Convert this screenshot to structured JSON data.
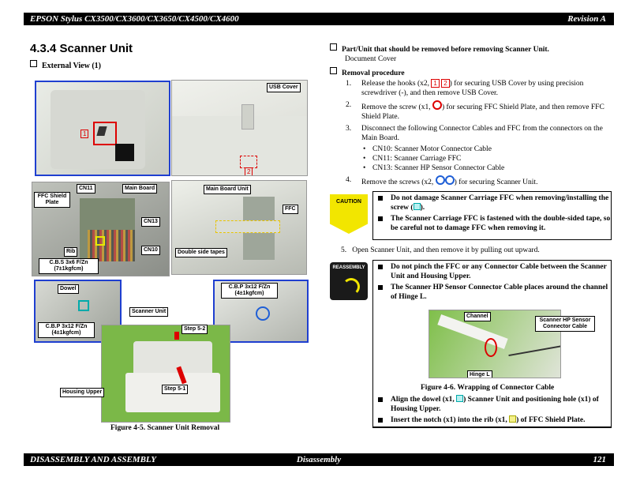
{
  "header": {
    "title": "EPSON Stylus CX3500/CX3600/CX3650/CX4500/CX4600",
    "revision": "Revision A"
  },
  "footer": {
    "left": "DISASSEMBLY AND ASSEMBLY",
    "center": "Disassembly",
    "page": "121"
  },
  "left": {
    "section_title": "4.3.4  Scanner Unit",
    "subheading": "External View (1)",
    "labels": {
      "usb_cover": "USB Cover",
      "one": "1",
      "two": "2",
      "cn11": "CN11",
      "main_board": "Main Board",
      "ffc_shield": "FFC Shield Plate",
      "cn13": "CN13",
      "cn10": "CN10",
      "rib": "Rib",
      "screw_cbs": "C.B.S 3x6 F/Zn (7±1kgfcm)",
      "main_board_unit": "Main Board Unit",
      "ffc": "FFC",
      "double_side": "Double side tapes",
      "dowel": "Dowel",
      "screw_cbp_left": "C.B.P 3x12 F/Zn (4±1kgfcm)",
      "screw_cbp_right": "C.B.P 3x12 F/Zn (4±1kgfcm)",
      "scanner_unit": "Scanner Unit",
      "step52": "Step 5-2",
      "step51": "Step 5-1",
      "housing_upper": "Housing Upper"
    },
    "figure_caption": "Figure 4-5.  Scanner Unit Removal"
  },
  "right": {
    "part_heading": "Part/Unit that should be removed before removing Scanner Unit.",
    "part_item": "Document Cover",
    "removal_heading": "Removal procedure",
    "steps": [
      {
        "n": "1.",
        "a": "Release the hooks (x2,",
        "b": ") for securing USB Cover by using precision screwdriver (-), and then remove USB Cover."
      },
      {
        "n": "2.",
        "a": "Remove the screw (x1,",
        "b": ") for securing FFC Shield Plate, and then remove FFC Shield Plate."
      },
      {
        "n": "3.",
        "a": "Disconnect the following Connector Cables and FFC from the connectors on the Main Board."
      },
      {
        "n": "4.",
        "a": "Remove the screws (x2,",
        "b": ") for securing Scanner Unit."
      }
    ],
    "connectors": [
      "CN10: Scanner Motor Connector Cable",
      "CN11: Scanner Carriage FFC",
      "CN13: Scanner HP Sensor Connector Cable"
    ],
    "caution_label": "CAUTION",
    "caution": [
      {
        "a": "Do not damage Scanner Carriage FFC when removing/installing the screw (",
        "b": ")."
      },
      {
        "a": "The Scanner Carriage FFC is fastened with the double-sided tape, so be careful not to damage FFC when removing it."
      }
    ],
    "step5": {
      "n": "5.",
      "text": "Open Scanner Unit, and then remove it by pulling out upward."
    },
    "reassembly_label": "REASSEMBLY",
    "reassembly": [
      "Do not pinch the FFC or any Connector Cable between the Scanner Unit and Housing Upper.",
      "The Scanner HP Sensor Connector Cable places around the channel of Hinge L."
    ],
    "fig6_labels": {
      "channel": "Channel",
      "hp_sensor": "Scanner HP Sensor Connector Cable",
      "hinge": "Hinge L"
    },
    "fig6_caption": "Figure 4-6.  Wrapping of Connector Cable",
    "reassembly2": [
      {
        "a": "Align the dowel (x1,",
        "b": ") Scanner Unit and positioning hole (x1) of Housing Upper."
      },
      {
        "a": "Insert the notch (x1) into the rib (x1,",
        "b": ") of FFC Shield Plate."
      }
    ]
  }
}
